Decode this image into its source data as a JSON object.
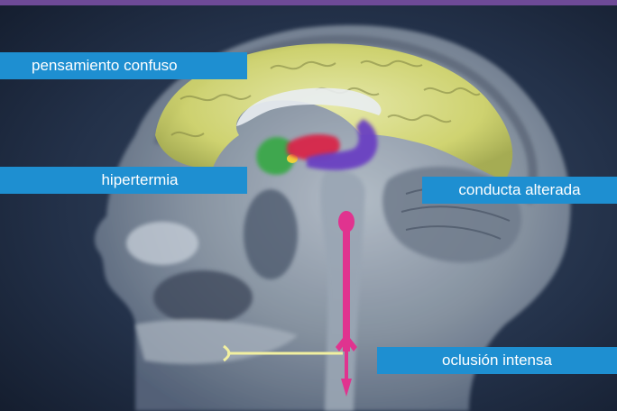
{
  "labels": {
    "pensamiento": "pensamiento confuso",
    "hipertermia": "hipertermia",
    "conducta": "conducta alterada",
    "oclusion": "oclusión intensa"
  },
  "colors": {
    "label_bg": "#1e8fd1",
    "top_band": "#6e4a97",
    "background": "#1d2a3f",
    "cortex_highlight": "#d6d96a",
    "region_green": "#3aa84a",
    "region_red": "#d8264a",
    "region_purple": "#6a3fc2",
    "brainstem_pink": "#e0338f",
    "jaw_line": "#f2f0a0"
  }
}
